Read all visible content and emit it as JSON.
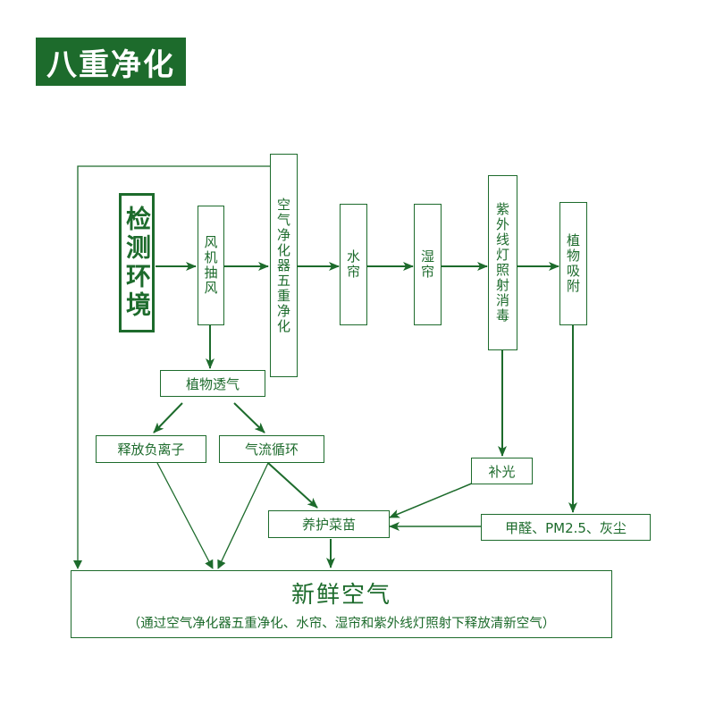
{
  "title": "八重净化",
  "nodes": {
    "detect": "检测环境",
    "fan": "风机抽风",
    "purifier": "空气净化器五重净化",
    "water_curtain": "水帘",
    "wet_curtain": "湿帘",
    "uv": "紫外线灯照射消毒",
    "plant_adsorb": "植物吸附",
    "plant_breath": "植物透气",
    "anion": "释放负离子",
    "circulation": "气流循环",
    "fill_light": "补光",
    "pollutants": "甲醛、PM2.5、灰尘",
    "nurture": "养护菜苗"
  },
  "result": {
    "title": "新鲜空气",
    "subtitle": "（通过空气净化器五重净化、水帘、湿帘和紫外线灯照射下释放清新空气）"
  },
  "colors": {
    "green": "#1d6b2c",
    "background": "#ffffff"
  }
}
